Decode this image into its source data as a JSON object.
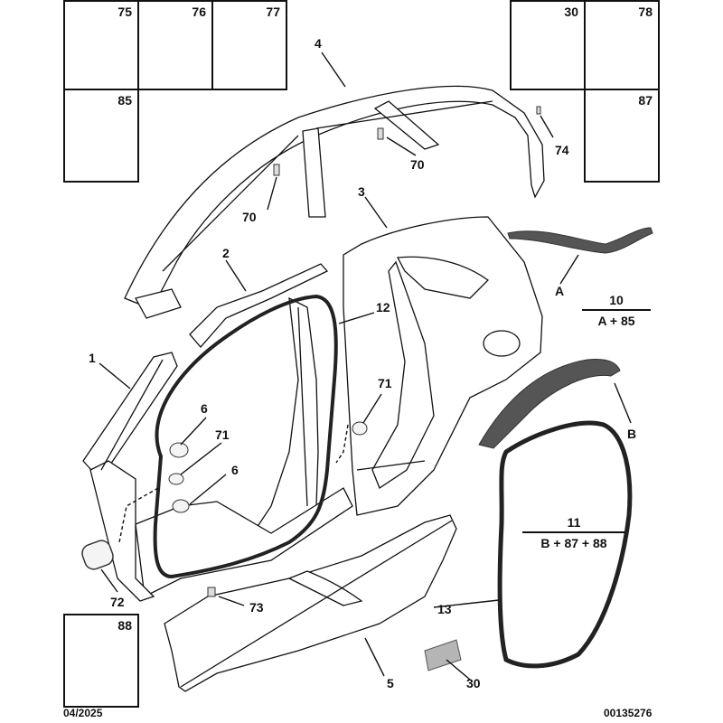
{
  "legend_cells": {
    "c75": "75",
    "c76": "76",
    "c77": "77",
    "c85": "85",
    "c30": "30",
    "c78": "78",
    "c87": "87",
    "c88": "88"
  },
  "callouts": {
    "n1": "1",
    "n2": "2",
    "n3": "3",
    "n4": "4",
    "n5": "5",
    "n6a": "6",
    "n6b": "6",
    "n12": "12",
    "n13": "13",
    "n30": "30",
    "n70a": "70",
    "n70b": "70",
    "n71a": "71",
    "n71b": "71",
    "n72": "72",
    "n73": "73",
    "n74": "74",
    "nA": "A",
    "nB": "B"
  },
  "formulas": {
    "f10": {
      "top": "10",
      "bottom": "A + 85"
    },
    "f11": {
      "top": "11",
      "bottom": "B + 87 + 88"
    }
  },
  "footer": {
    "date": "04/2025",
    "code": "00135276"
  },
  "colors": {
    "line": "#111111",
    "part_fill": "#ffffff",
    "seal": "#222222",
    "strip": "#555555",
    "icon_gray": "#9a9a9a"
  }
}
